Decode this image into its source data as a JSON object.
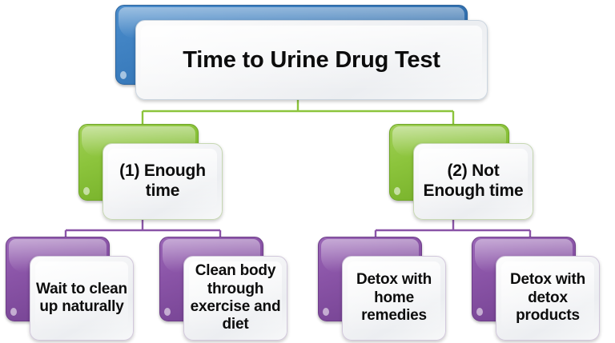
{
  "diagram": {
    "type": "org-chart",
    "title": "Time to Urine Drug Test",
    "colors": {
      "root": "#3a7cbd",
      "level2": "#8cc43c",
      "level3": "#8a54a7",
      "connector_level2": "#8cc43c",
      "connector_level3": "#8a54a7",
      "background": "#ffffff",
      "card": "#f2f3f5",
      "text": "#0d0d0d"
    },
    "root": {
      "label": "Time to Urine Drug Test"
    },
    "branches": [
      {
        "label": "(1) Enough\ntime",
        "children": [
          {
            "label": "Wait to clean\nup naturally"
          },
          {
            "label": "Clean body\nthrough\nexercise and\ndiet"
          }
        ]
      },
      {
        "label": "(2) Not\nEnough time",
        "children": [
          {
            "label": "Detox  with\nhome remedies"
          },
          {
            "label": "Detox with\ndetox products"
          }
        ]
      }
    ]
  }
}
